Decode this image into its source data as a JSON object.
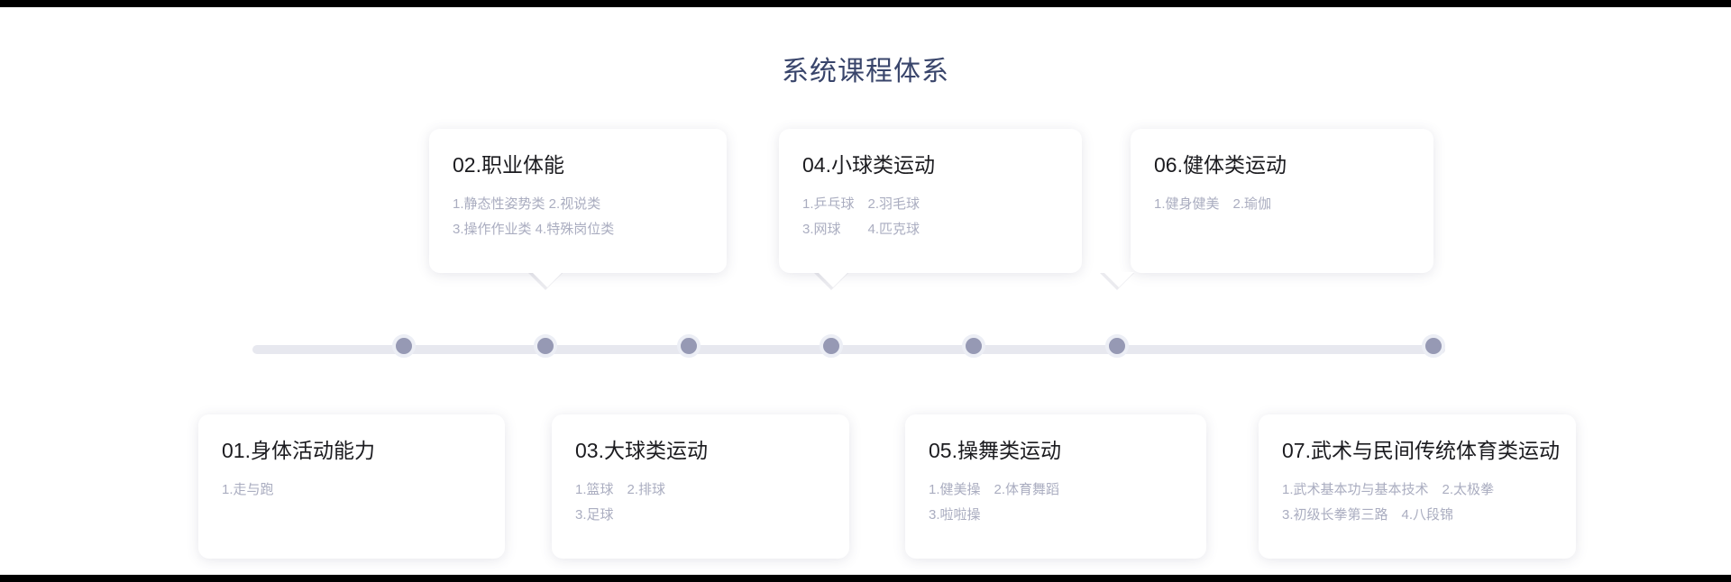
{
  "page": {
    "title": "系统课程体系",
    "title_color": "#39456b",
    "background": "#ffffff",
    "letterbox_color": "#000000"
  },
  "timeline": {
    "rail_color": "#e7e8ef",
    "dot_color": "#9699b4",
    "dot_ring_color": "#eceef5",
    "dot_count": 7,
    "dots": [
      {
        "index": 1,
        "position_pct": 12.7
      },
      {
        "index": 2,
        "position_pct": 24.6
      },
      {
        "index": 3,
        "position_pct": 36.6
      },
      {
        "index": 4,
        "position_pct": 48.5
      },
      {
        "index": 5,
        "position_pct": 60.5
      },
      {
        "index": 6,
        "position_pct": 72.5
      },
      {
        "index": 7,
        "position_pct": 99.0
      }
    ]
  },
  "cards_upper": [
    {
      "id": "c02",
      "title": "02.职业体能",
      "lines": [
        "1.静态性姿势类 2.视说类",
        "3.操作作业类 4.特殊岗位类"
      ]
    },
    {
      "id": "c04",
      "title": "04.小球类运动",
      "lines": [
        "1.乒乓球　2.羽毛球",
        "3.网球　　4.匹克球"
      ]
    },
    {
      "id": "c06",
      "title": "06.健体类运动",
      "lines": [
        "1.健身健美　2.瑜伽",
        ""
      ]
    }
  ],
  "cards_lower": [
    {
      "id": "c01",
      "title": "01.身体活动能力",
      "lines": [
        "1.走与跑",
        ""
      ]
    },
    {
      "id": "c03",
      "title": "03.大球类运动",
      "lines": [
        "1.篮球　2.排球",
        "3.足球"
      ]
    },
    {
      "id": "c05",
      "title": "05.操舞类运动",
      "lines": [
        "1.健美操　2.体育舞蹈",
        "3.啦啦操"
      ]
    },
    {
      "id": "c07",
      "title": "07.武术与民间传统体育类运动",
      "lines": [
        "1.武术基本功与基本技术　2.太极拳",
        "3.初级长拳第三路　4.八段锦"
      ]
    }
  ]
}
